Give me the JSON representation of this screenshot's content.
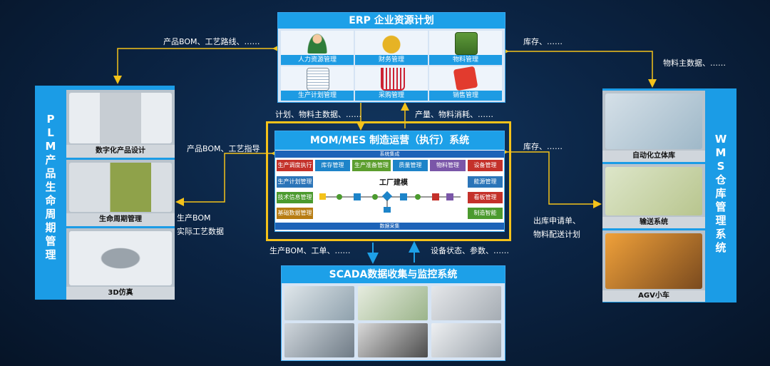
{
  "erp": {
    "title": "ERP 企业资源计划",
    "cells": [
      {
        "label": "人力资源管理",
        "icon": "person-icon"
      },
      {
        "label": "财务管理",
        "icon": "money-bag-icon"
      },
      {
        "label": "物料管理",
        "icon": "crates-icon"
      },
      {
        "label": "生产计划管理",
        "icon": "document-icon"
      },
      {
        "label": "采购管理",
        "icon": "shopping-cart-icon"
      },
      {
        "label": "销售管理",
        "icon": "sale-bag-icon"
      }
    ]
  },
  "plm": {
    "title": "PLM产品生命周期管理",
    "items": [
      {
        "label": "数字化产品设计",
        "icon": "valve-drawing-icon"
      },
      {
        "label": "生命周期管理",
        "icon": "tractor-model-icon"
      },
      {
        "label": "3D仿真",
        "icon": "joint-3d-icon"
      }
    ]
  },
  "wms": {
    "title": "WMS仓库管理系统",
    "items": [
      {
        "label": "自动化立体库",
        "icon": "warehouse-rack-icon"
      },
      {
        "label": "输送系统",
        "icon": "conveyor-icon"
      },
      {
        "label": "AGV小车",
        "icon": "agv-forklift-icon"
      }
    ]
  },
  "mom": {
    "title": "MOM/MES 制造运营（执行）系统",
    "top_strip": "系统集成",
    "bottom_strip": "数据采集",
    "center_title": "工厂建模",
    "top_modules": [
      "生产调度执行",
      "库存管理",
      "生产准备管理",
      "质量管理",
      "物料管理",
      "设备管理"
    ],
    "left_modules": [
      "生产计划管理",
      "技术信息管理",
      "基础数据管理"
    ],
    "right_modules": [
      "能源管理",
      "看板管理",
      "制造智能"
    ]
  },
  "scada": {
    "title": "SCADA数据收集与监控系统",
    "images": [
      "machine-line-icon",
      "production-line-icon",
      "robot-cell-icon",
      "control-cabinet-icon",
      "sensor-devices-icon",
      "bearing-parts-icon"
    ]
  },
  "flows": {
    "erp_plm": "产品BOM、工艺路线、……",
    "erp_wms_top": "库存、……",
    "wms_erp_side": "物料主数据、……",
    "erp_to_mom": "计划、物料主数据、……",
    "mom_to_erp": "产量、物料消耗、……",
    "plm_to_mom": "产品BOM、工艺指导",
    "mom_to_plm_1": "生产BOM",
    "mom_to_plm_2": "实际工艺数据",
    "wms_to_mom": "库存、……",
    "mom_to_wms_1": "出库申请单、",
    "mom_to_wms_2": "物料配送计划",
    "mom_to_scada": "生产BOM、工单、……",
    "scada_to_mom": "设备状态、参数、……"
  },
  "colors": {
    "background": "#0b2444",
    "panel_blue": "#1da0e8",
    "mom_frame": "#f4c21a",
    "arrow_orange": "#f4c21a",
    "arrow_blue": "#1da0e8"
  }
}
